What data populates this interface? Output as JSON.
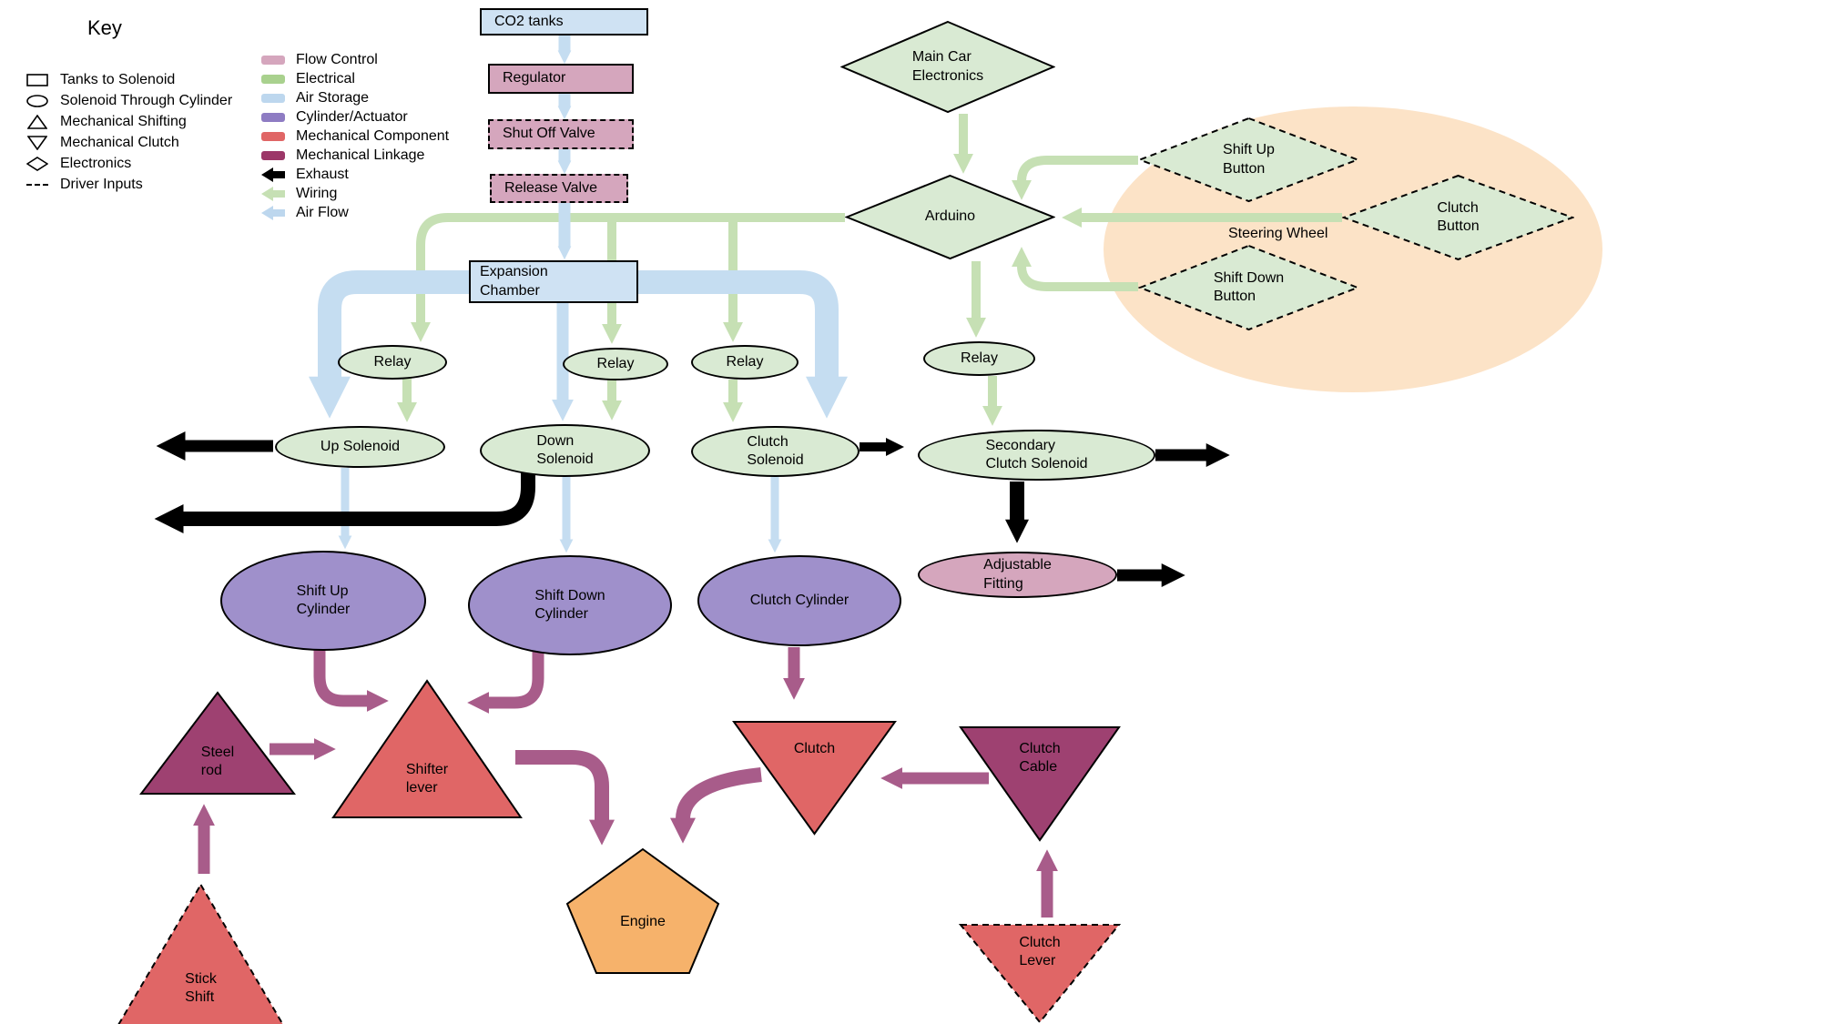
{
  "key": {
    "title": "Key",
    "shape_items": [
      {
        "icon": "rectangle-icon",
        "label": "Tanks to Solenoid"
      },
      {
        "icon": "ellipse-icon",
        "label": "Solenoid Through Cylinder"
      },
      {
        "icon": "triangle-up-icon",
        "label": "Mechanical Shifting"
      },
      {
        "icon": "triangle-down-icon",
        "label": "Mechanical Clutch"
      },
      {
        "icon": "diamond-icon",
        "label": "Electronics"
      },
      {
        "icon": "dashed-line-icon",
        "label": "Driver Inputs"
      }
    ],
    "color_items": [
      {
        "label": "Flow Control",
        "swatch": "#d5a6bd"
      },
      {
        "label": "Electrical",
        "swatch": "#a9d18e"
      },
      {
        "label": "Air Storage",
        "swatch": "#bdd7ee"
      },
      {
        "label": "Cylinder/Actuator",
        "swatch": "#8e7cc3"
      },
      {
        "label": "Mechanical Component",
        "swatch": "#e06666"
      },
      {
        "label": "Mechanical Linkage",
        "swatch": "#9c3768"
      },
      {
        "label": "Exhaust",
        "swatch": "#000000"
      },
      {
        "label": "Wiring",
        "swatch": "#c6e0b4"
      },
      {
        "label": "Air Flow",
        "swatch": "#bdd7ee"
      }
    ]
  },
  "nodes": {
    "co2_tanks": "CO2 tanks",
    "regulator": "Regulator",
    "shut_off_valve": "Shut Off Valve",
    "release_valve": "Release Valve",
    "expansion_chamber": "Expansion\nChamber",
    "main_car_electronics": "Main Car\nElectronics",
    "arduino": "Arduino",
    "steering_wheel": "Steering Wheel",
    "shift_up_button": "Shift Up\nButton",
    "clutch_button": "Clutch\nButton",
    "shift_down_button": "Shift Down\nButton",
    "relay": "Relay",
    "up_solenoid": "Up Solenoid",
    "down_solenoid": "Down\nSolenoid",
    "clutch_solenoid": "Clutch\nSolenoid",
    "secondary_clutch_solenoid": "Secondary\nClutch Solenoid",
    "shift_up_cylinder": "Shift Up\nCylinder",
    "shift_down_cylinder": "Shift Down\nCylinder",
    "clutch_cylinder": "Clutch Cylinder",
    "adjustable_fitting": "Adjustable\nFitting",
    "steel_rod": "Steel\nrod",
    "shifter_lever": "Shifter\nlever",
    "engine": "Engine",
    "clutch": "Clutch",
    "clutch_cable": "Clutch\nCable",
    "clutch_lever": "Clutch\nLever",
    "stick_shift": "Stick\nShift"
  },
  "palette": {
    "air_storage_fill": "#cfe2f3",
    "flow_control_fill": "#d5a6bd",
    "electrical_fill": "#d9ead3",
    "cylinder_fill": "#9f90cb",
    "mechanical_component_fill": "#e06666",
    "mechanical_linkage_fill": "#9e4171",
    "engine_fill": "#f6b26b",
    "steering_wheel_fill": "#fce3c7",
    "wiring_arrow": "#c6e0b4",
    "air_flow_arrow": "#c5ddf1",
    "mechanical_arrow": "#a85c8a",
    "exhaust_arrow": "#000000"
  }
}
